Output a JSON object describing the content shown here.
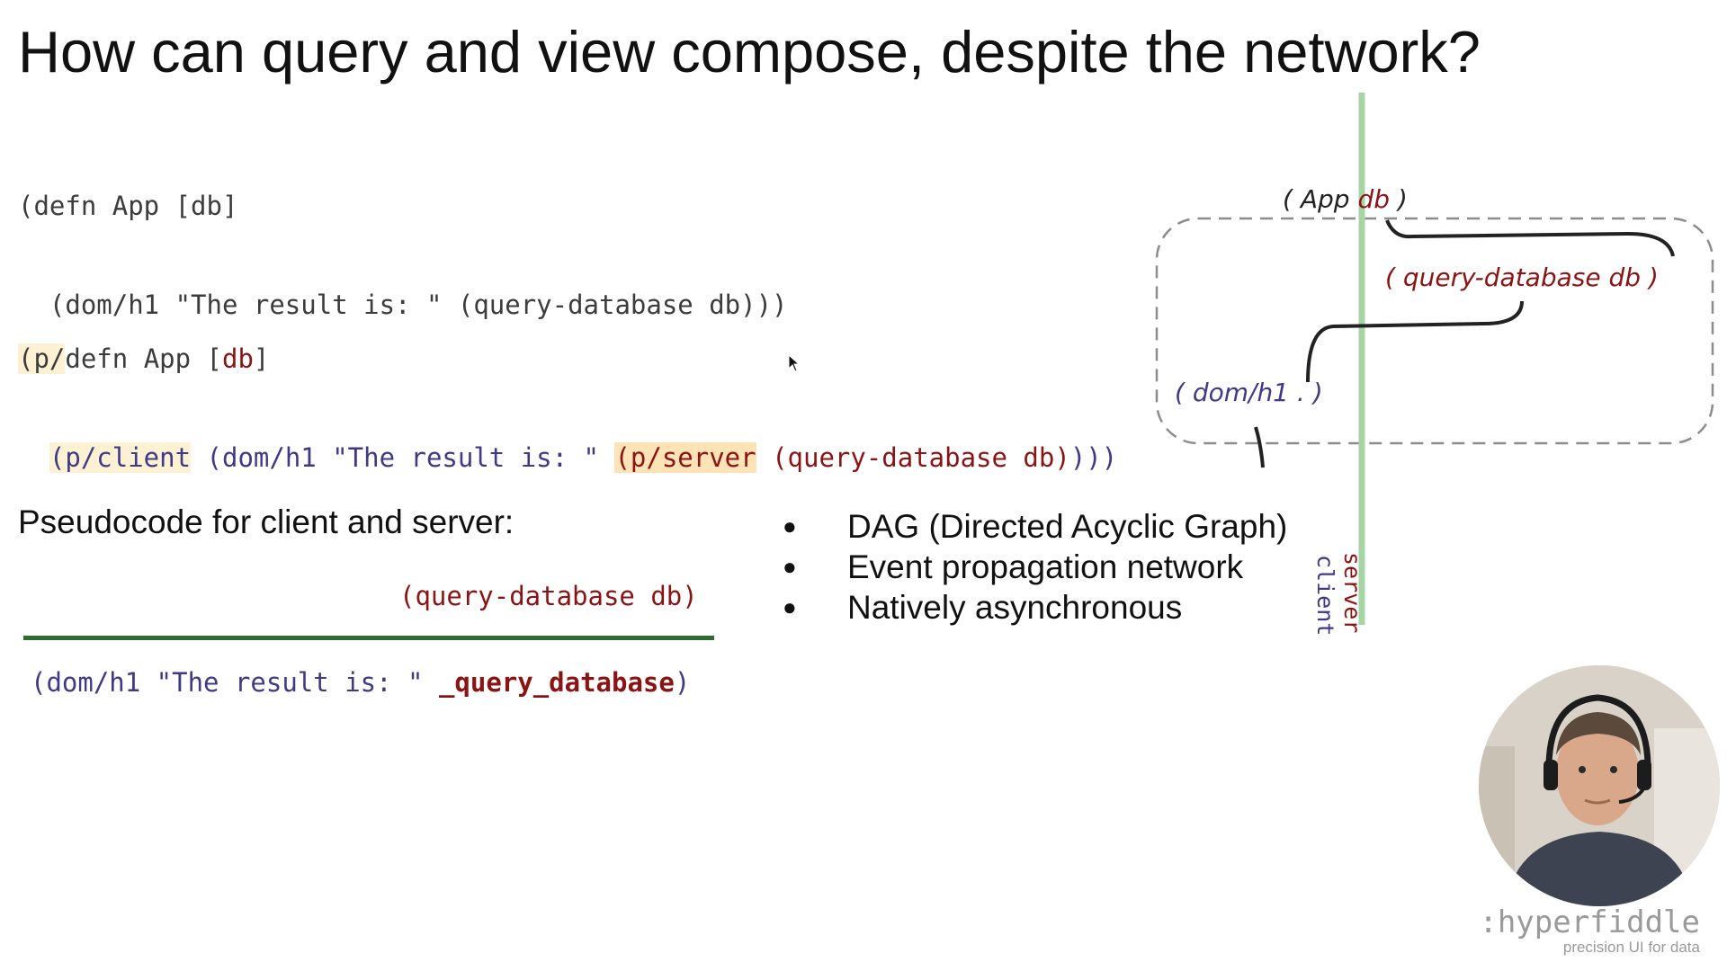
{
  "slide": {
    "title": "How can query and view compose, despite the network?"
  },
  "code1": {
    "line1": "(defn App [db]",
    "line2": "  (dom/h1 \"The result is: \" (query-database db)))"
  },
  "code2": {
    "line1_prefix": "(p/",
    "line1_rest": "defn App [",
    "line1_db": "db",
    "line1_close": "]",
    "line2_indent": "  ",
    "client": "(p/client",
    "dom": " (dom/h1 \"The result is: \" ",
    "server": "(p/server",
    "query": " (query-database db)",
    "close": ")))"
  },
  "pseudocode": {
    "label": "Pseudocode for client and server:",
    "server_code": "(query-database db)",
    "client_prefix": "(dom/h1 \"The result is: \" ",
    "client_var": "_query_database",
    "client_suffix": ")"
  },
  "bullets": [
    "DAG (Directed Acyclic Graph)",
    "Event propagation network",
    "Natively asynchronous"
  ],
  "diagram": {
    "app_open": "( App",
    "app_db": "db",
    "app_close": " )",
    "query_node": "( query-database db )",
    "dom_node": "( dom/h1 . )",
    "client_label": "client",
    "server_label": "server"
  },
  "brand": {
    "name": ":hyperfiddle",
    "tagline": "precision UI for data"
  },
  "colors": {
    "accent_green": "#a6d4a6",
    "divider_green": "#2e6b33",
    "client_blue": "#3f3a86",
    "server_red": "#8a1414",
    "highlight": "#fde3b6"
  }
}
